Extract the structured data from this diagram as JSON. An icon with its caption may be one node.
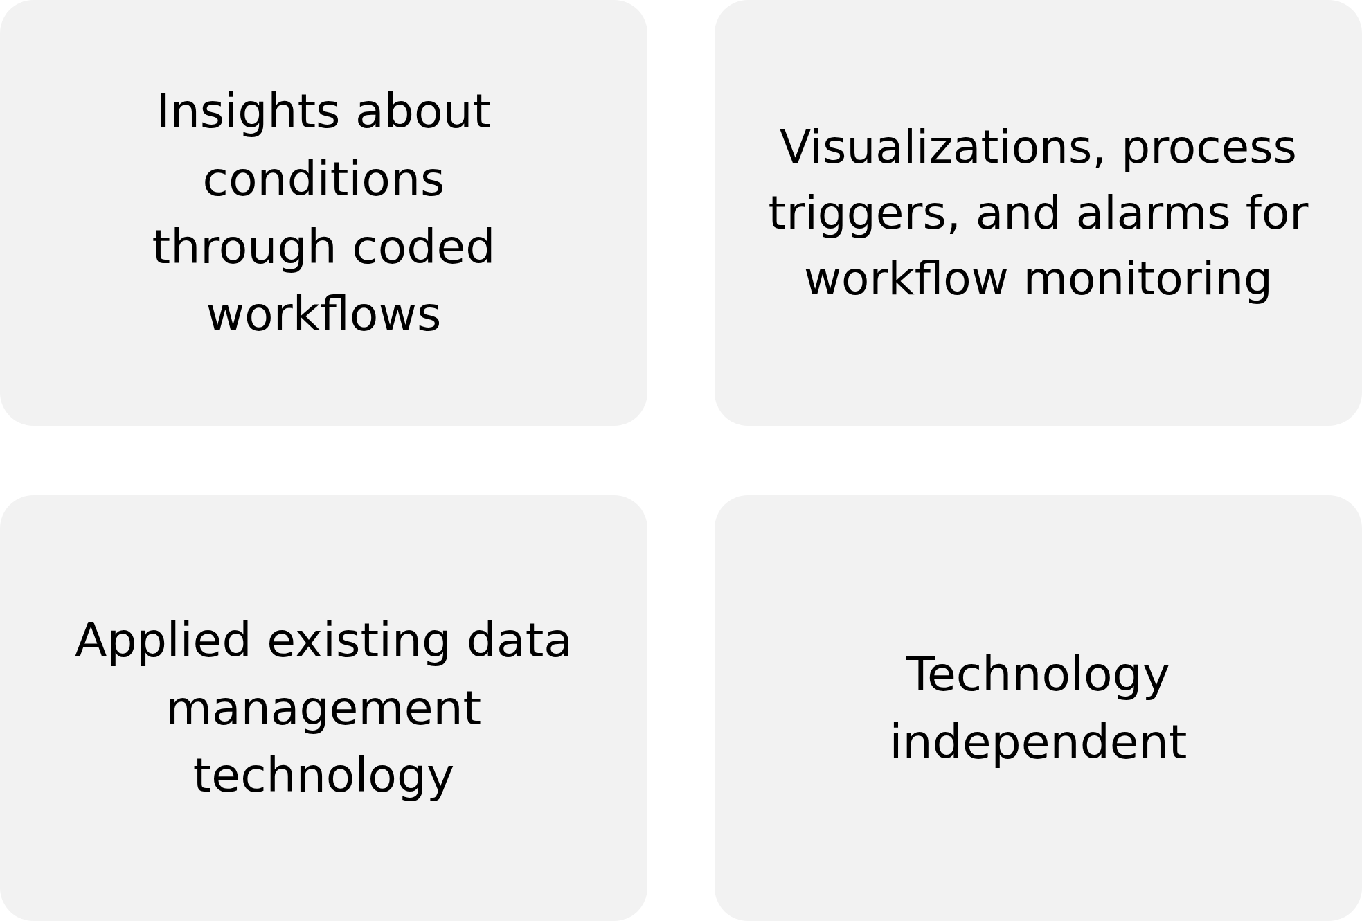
{
  "diagram": {
    "nodes": [
      {
        "text": [
          "Insights about conditions through coded workflows"
        ]
      },
      {
        "text": [
          "Visualizations, process triggers, and alarms for workflow monitoring"
        ]
      },
      {
        "text": [
          "Applied existing data management technology"
        ]
      },
      {
        "text": [
          "Technology independent"
        ]
      }
    ]
  }
}
